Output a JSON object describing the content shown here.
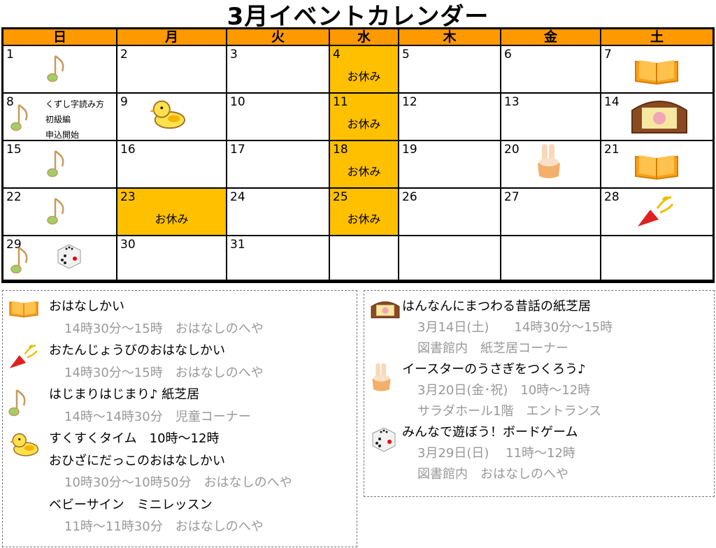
{
  "title": "3月イベントカレンダー",
  "weekdays": [
    "日",
    "月",
    "火",
    "水",
    "木",
    "金",
    "土"
  ],
  "closed_label": "お休み",
  "weeks": [
    [
      {
        "day": "1",
        "icon": "music-note"
      },
      {
        "day": "2"
      },
      {
        "day": "3"
      },
      {
        "day": "4",
        "closed": true
      },
      {
        "day": "5"
      },
      {
        "day": "6"
      },
      {
        "day": "7",
        "icon": "book"
      }
    ],
    [
      {
        "day": "8",
        "icon": "music-note",
        "note": [
          "くずし字読み方",
          "初級編",
          "申込開始"
        ]
      },
      {
        "day": "9",
        "icon": "chick"
      },
      {
        "day": "10"
      },
      {
        "day": "11",
        "closed": true
      },
      {
        "day": "12"
      },
      {
        "day": "13"
      },
      {
        "day": "14",
        "icon": "kamishibai"
      }
    ],
    [
      {
        "day": "15",
        "icon": "music-note"
      },
      {
        "day": "16"
      },
      {
        "day": "17"
      },
      {
        "day": "18",
        "closed": true
      },
      {
        "day": "19"
      },
      {
        "day": "20",
        "icon": "bunny"
      },
      {
        "day": "21",
        "icon": "book"
      }
    ],
    [
      {
        "day": "22",
        "icon": "music-note"
      },
      {
        "day": "23",
        "closed": true
      },
      {
        "day": "24"
      },
      {
        "day": "25",
        "closed": true
      },
      {
        "day": "26"
      },
      {
        "day": "27"
      },
      {
        "day": "28",
        "icon": "party-popper"
      }
    ],
    [
      {
        "day": "29",
        "icon": "music-note",
        "icon2": "dice"
      },
      {
        "day": "30"
      },
      {
        "day": "31"
      },
      {
        "day": ""
      },
      {
        "day": ""
      },
      {
        "day": ""
      },
      {
        "day": ""
      }
    ]
  ],
  "legend_left": [
    {
      "icon": "book",
      "title": "おはなしかい",
      "lines": [
        "14時30分～15時　おはなしのへや"
      ]
    },
    {
      "icon": "party-popper",
      "title": "おたんじょうびのおはなしかい",
      "lines": [
        "14時30分～15時　おはなしのへや"
      ]
    },
    {
      "icon": "music-note",
      "title": "はじまりはじまり♪ 紙芝居",
      "lines": [
        "14時～14時30分　児童コーナー"
      ]
    },
    {
      "icon": "chick",
      "title": "すくすくタイム　10時～12時",
      "lines": []
    },
    {
      "icon": "",
      "title": "おひざにだっこのおはなしかい",
      "lines": [
        "10時30分～10時50分　おはなしのへや"
      ]
    },
    {
      "icon": "",
      "title": "ベビーサイン　ミニレッスン",
      "lines": [
        "11時～11時30分　おはなしのへや"
      ]
    }
  ],
  "legend_right": [
    {
      "icon": "kamishibai",
      "title": "はんなんにまつわる昔話の紙芝居",
      "lines": [
        "3月14日(土)　　14時30分～15時",
        "図書館内　紙芝居コーナー"
      ]
    },
    {
      "icon": "bunny",
      "title": "イースターのうさぎをつくろう♪",
      "lines": [
        "3月20日(金･祝)　10時～12時",
        "サラダホール1階　エントランス"
      ]
    },
    {
      "icon": "dice",
      "title": "みんなで遊ぼう！ボードゲーム",
      "lines": [
        "3月29日(日)　 11時～12時",
        "図書館内　おはなしのへや"
      ]
    }
  ],
  "colors": {
    "header": "#FF9900",
    "closed": "#FFC000",
    "subtext": "#999999"
  }
}
